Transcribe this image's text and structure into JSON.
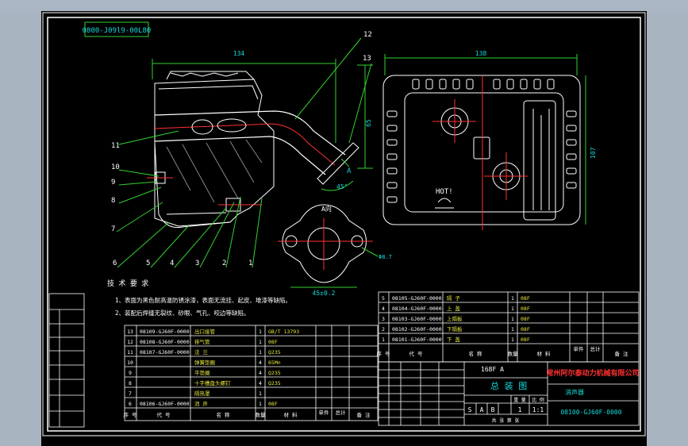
{
  "drawing": {
    "top_left_code": "0800-J09l9-00L80",
    "dim_side_width": "134",
    "dim_top_width": "138",
    "dim_side_height": "65",
    "dim_top_height": "107",
    "dim_angle": "45°",
    "label_a": "A",
    "hot_label": "HOT!",
    "view_a_title": "A向",
    "flange_width": "45±0.2",
    "flange_hole": "Φ8.7",
    "balloons": [
      "12",
      "13",
      "11",
      "10",
      "9",
      "8",
      "7",
      "6",
      "5",
      "4",
      "3",
      "2",
      "1"
    ]
  },
  "tech_notes": {
    "title": "技 术 要 求",
    "items": [
      "1、表面为黑色耐高温防锈涂漆，表面无流挂、起皮、堆漆等缺陷。",
      "2、装配后焊缝无裂纹、砂眼、气孔、咬边等缺陷。"
    ]
  },
  "left_parts_table": {
    "rows": [
      {
        "seq": "13",
        "code": "08109-GJ60F-0000",
        "name": "出口接管",
        "qty": "1",
        "material": "GB/T 13793",
        "note": ""
      },
      {
        "seq": "12",
        "code": "08108-GJ60F-0000",
        "name": "排气管",
        "qty": "1",
        "material": "08F",
        "note": ""
      },
      {
        "seq": "11",
        "code": "08107-GJ60F-0000",
        "name": "法 兰",
        "qty": "1",
        "material": "Q235",
        "note": ""
      },
      {
        "seq": "10",
        "code": "",
        "name": "弹簧垫圈",
        "qty": "4",
        "material": "65Mn",
        "note": ""
      },
      {
        "seq": "9",
        "code": "",
        "name": "平垫圈",
        "qty": "4",
        "material": "Q235",
        "note": ""
      },
      {
        "seq": "8",
        "code": "",
        "name": "十字槽盘头螺钉",
        "qty": "4",
        "material": "Q235",
        "note": ""
      },
      {
        "seq": "7",
        "code": "",
        "name": "隔热罩",
        "qty": "1",
        "material": "",
        "note": ""
      },
      {
        "seq": "6",
        "code": "08106-GJ60F-0000",
        "name": "消 声",
        "qty": "1",
        "material": "08F",
        "note": ""
      }
    ],
    "header": [
      "序 号",
      "代 号",
      "名 称",
      "数量",
      "材 料",
      "单件",
      "总计",
      "备 注"
    ]
  },
  "right_parts_table": {
    "rows": [
      {
        "seq": "5",
        "code": "08105-GJ60F-0000",
        "name": "隔 子",
        "qty": "1",
        "material": "08F"
      },
      {
        "seq": "4",
        "code": "08104-GJ60F-0000",
        "name": "上 盖",
        "qty": "1",
        "material": "08F"
      },
      {
        "seq": "3",
        "code": "08103-GJ60F-0000",
        "name": "上隔板",
        "qty": "1",
        "material": "08F"
      },
      {
        "seq": "2",
        "code": "08102-GJ60F-0000",
        "name": "下隔板",
        "qty": "1",
        "material": "08F"
      },
      {
        "seq": "1",
        "code": "08101-GJ60F-0000",
        "name": "下 盖",
        "qty": "1",
        "material": "08F"
      }
    ],
    "header": [
      "序 号",
      "代 号",
      "名 称",
      "数量",
      "材 料",
      "单件",
      "总计",
      "备 注"
    ]
  },
  "title_block": {
    "model": "168F A",
    "drawing_title": "总 装 图",
    "company": "常州阿尔泰动力机械有限公司",
    "part_name": "消声器",
    "drawing_number": "08100-GJ60F-0000",
    "scale": "1:1",
    "scale_label": "比 例",
    "weight_label": "重 量",
    "stage_marks": [
      "S",
      "A",
      "B"
    ],
    "sheet_count": "1",
    "sheet_text": "共  张  第  张"
  }
}
